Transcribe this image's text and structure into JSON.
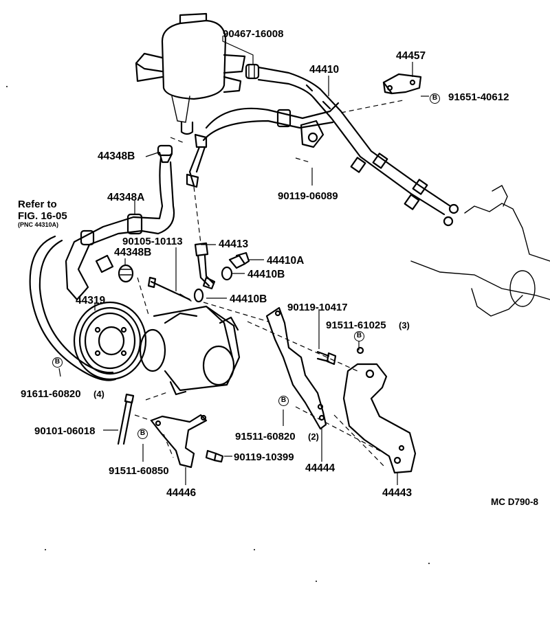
{
  "labels": {
    "p90467": "90467-16008",
    "p44410": "44410",
    "p44457": "44457",
    "p91651": "91651-40612",
    "p44348B_top": "44348B",
    "p90119_06089": "90119-06089",
    "refer_to": "Refer to",
    "fig": "FIG. 16-05",
    "pnc": "(PNC 44310A)",
    "p44348A": "44348A",
    "p90105": "90105-10113",
    "p44413": "44413",
    "p44348B_mid": "44348B",
    "p44410A": "44410A",
    "p44410B_1": "44410B",
    "p44410B_2": "44410B",
    "p44319": "44319",
    "p90119_10417": "90119-10417",
    "p91511_61025": "91511-61025",
    "p91511_61025_qty": "(3)",
    "p91611": "91611-60820",
    "p91611_qty": "(4)",
    "p90101": "90101-06018",
    "p91511_60820": "91511-60820",
    "p91511_60820_qty": "(2)",
    "p90119_10399": "90119-10399",
    "p91511_60850": "91511-60850",
    "p44444": "44444",
    "p44443": "44443",
    "p44446": "44446",
    "code": "MC D790-8"
  },
  "marks": {
    "b": "B"
  }
}
